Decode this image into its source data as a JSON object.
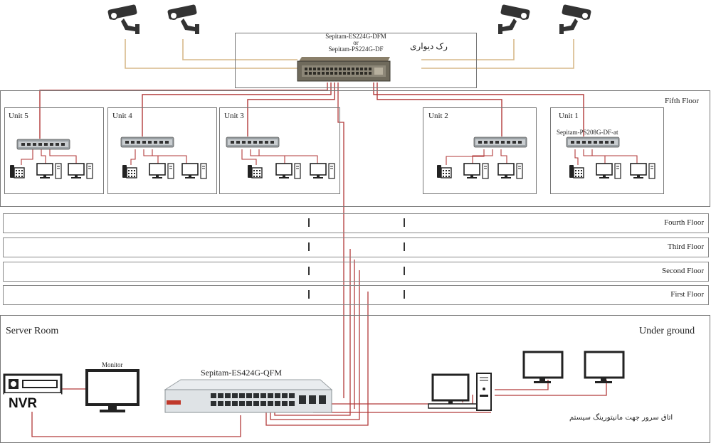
{
  "rack": {
    "switch_model_line1": "Sepitam-ES224G-DFM",
    "switch_model_or": "or",
    "switch_model_line2": "Sepitam-PS224G-DF",
    "label_fa": "رک دیواری"
  },
  "floors": {
    "fifth": "Fifth Floor",
    "fourth": "Fourth Floor",
    "third": "Third Floor",
    "second": "Second Floor",
    "first": "First Floor"
  },
  "units": {
    "u5": "Unit 5",
    "u4": "Unit 4",
    "u3": "Unit 3",
    "u2": "Unit 2",
    "u1": "Unit 1",
    "unit_switch_model": "Sepitam-PS208G-DF-at"
  },
  "basement": {
    "server_room": "Server Room",
    "underground": "Under ground",
    "core_switch": "Sepitam-ES424G-QFM",
    "monitor": "Monitor",
    "nvr": "NVR",
    "monitoring_room_fa": "اتاق سرور جهت مانیتورینگ سیستم"
  },
  "colors": {
    "link_red": "#b23a3a",
    "camera_link": "#d7b98a"
  }
}
